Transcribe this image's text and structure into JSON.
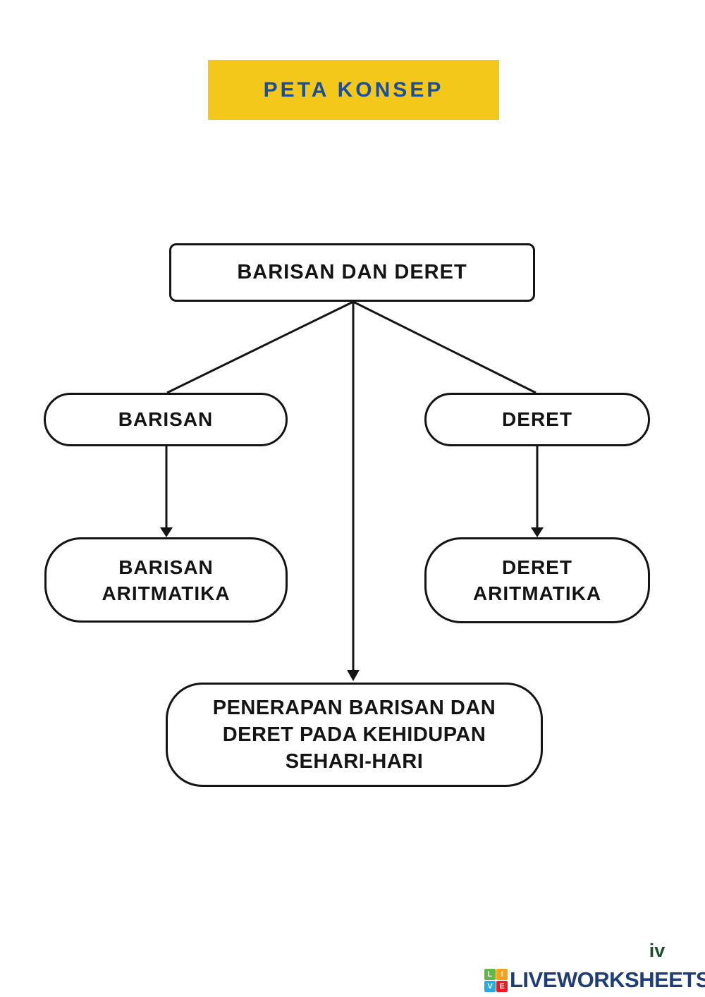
{
  "banner": {
    "title": "PETA KONSEP",
    "bg_color": "#F4C81B",
    "text_color": "#1A4F9D"
  },
  "diagram": {
    "line_color": "#141414",
    "root": {
      "label": "BARISAN DAN DERET"
    },
    "nodes": {
      "barisan": {
        "label": "BARISAN"
      },
      "deret": {
        "label": "DERET"
      },
      "barisan_aritmatika": {
        "lines": [
          "BARISAN",
          "ARITMATIKA"
        ]
      },
      "deret_aritmatika": {
        "lines": [
          "DERET",
          "ARITMATIKA"
        ]
      },
      "penerapan": {
        "lines": [
          "PENERAPAN BARISAN DAN",
          "DERET PADA KEHIDUPAN",
          "SEHARI-HARI"
        ]
      }
    }
  },
  "footer": {
    "page_number": "iv",
    "page_number_color": "#1E4D2B",
    "logo": {
      "squares": [
        {
          "letter": "L",
          "color": "#61B849"
        },
        {
          "letter": "I",
          "color": "#F9A11B"
        },
        {
          "letter": "V",
          "color": "#29ABE2"
        },
        {
          "letter": "E",
          "color": "#EC1C24"
        }
      ],
      "text": "LIVEWORKSHEETS",
      "text_color": "#1F3E78"
    }
  }
}
